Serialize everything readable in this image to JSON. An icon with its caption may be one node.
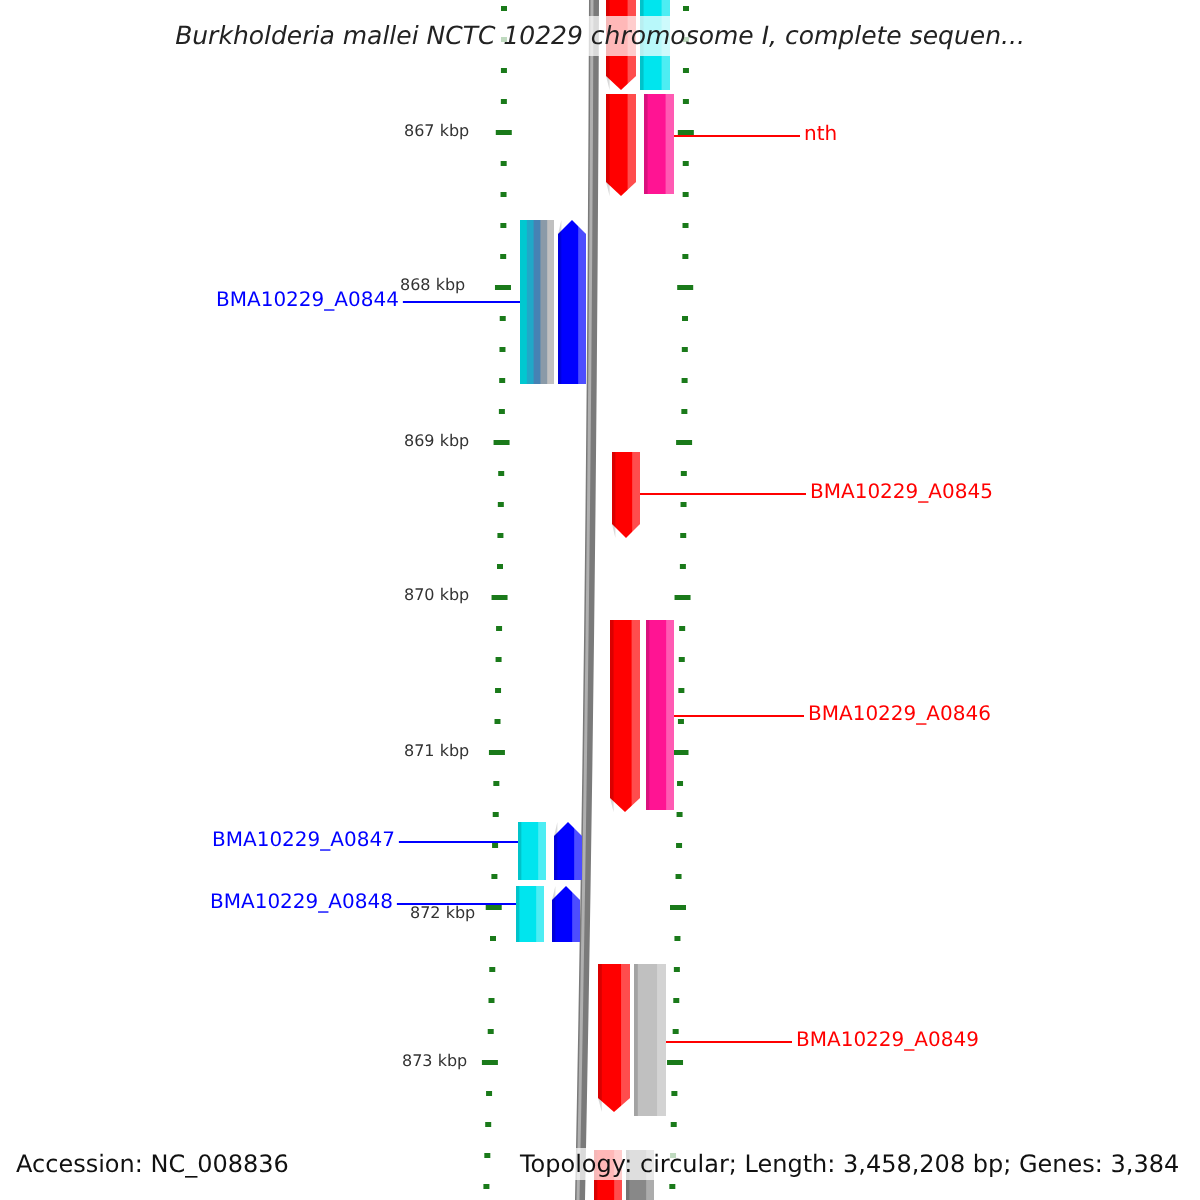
{
  "diagram": {
    "title": "Burkholderia mallei NCTC 10229 chromosome I, complete sequen...",
    "nodes": [
      {
        "text": [],
        "shape": "pentagon"
      },
      {
        "text": [],
        "shape": "bar"
      },
      {
        "text": [],
        "shape": "pentagon"
      },
      {
        "text": [],
        "shape": "bar"
      },
      {
        "text": [
          "nth"
        ]
      },
      {
        "text": [],
        "shape": "bar"
      },
      {
        "text": [],
        "shape": "pentagon"
      },
      {
        "text": [
          "BMA10229_A0844"
        ]
      },
      {
        "text": [],
        "shape": "pentagon"
      },
      {
        "text": [
          "BMA10229_A0845"
        ]
      },
      {
        "text": [],
        "shape": "pentagon"
      },
      {
        "text": [],
        "shape": "bar"
      },
      {
        "text": [
          "BMA10229_A0846"
        ]
      },
      {
        "text": [],
        "shape": "bar"
      },
      {
        "text": [],
        "shape": "pentagon"
      },
      {
        "text": [
          "BMA10229_A0847"
        ]
      },
      {
        "text": [],
        "shape": "bar"
      },
      {
        "text": [],
        "shape": "pentagon"
      },
      {
        "text": [
          "BMA10229_A0848"
        ]
      },
      {
        "text": [],
        "shape": "pentagon"
      },
      {
        "text": [],
        "shape": "bar"
      },
      {
        "text": [
          "BMA10229_A0849"
        ]
      },
      {
        "text": [],
        "shape": "bar"
      },
      {
        "text": [],
        "shape": "bar"
      }
    ],
    "edges": [
      {
        "from": 4,
        "to": 3,
        "arrow": "none"
      },
      {
        "from": 7,
        "to": 5,
        "arrow": "none",
        "color": "#0000ff"
      },
      {
        "from": 9,
        "to": 8,
        "arrow": "none"
      },
      {
        "from": 12,
        "to": 11,
        "arrow": "none"
      },
      {
        "from": 15,
        "to": 13,
        "arrow": "none",
        "color": "#0000ff"
      },
      {
        "from": 18,
        "to": 16,
        "arrow": "none",
        "color": "#0000ff"
      },
      {
        "from": 21,
        "to": 20,
        "arrow": "none"
      }
    ],
    "labels": [
      "867 kbp",
      "868 kbp",
      "869 kbp",
      "870 kbp",
      "871 kbp",
      "872 kbp",
      "873 kbp",
      "Accession: NC_008836",
      "Topology: circular; Length: 3,458,208 bp; Genes: 3,384"
    ]
  }
}
